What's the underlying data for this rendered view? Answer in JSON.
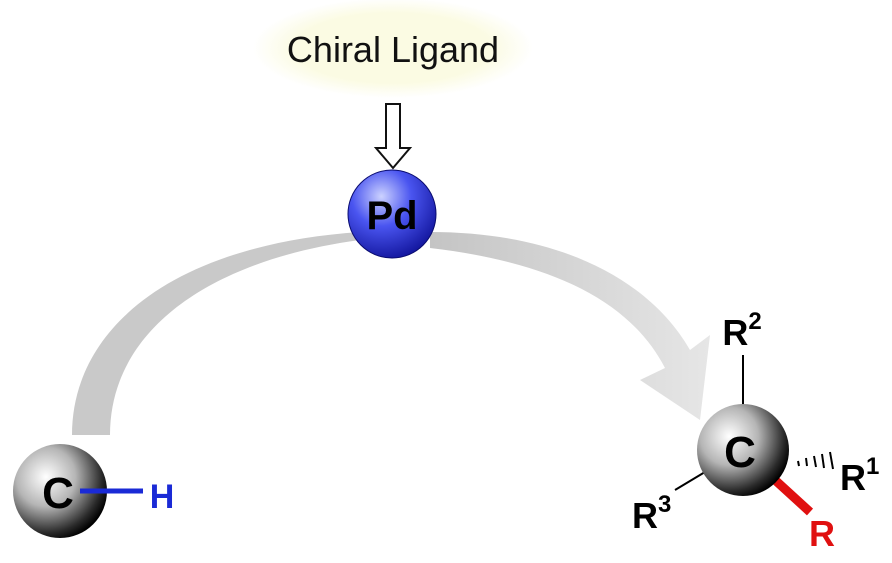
{
  "ligand_label": "Chiral Ligand",
  "metal_label": "Pd",
  "reactant": {
    "atom": "C",
    "substituent": "H"
  },
  "product": {
    "atom": "C",
    "r_new": "R",
    "r1": "R",
    "r1_sup": "1",
    "r2": "R",
    "r2_sup": "2",
    "r3": "R",
    "r3_sup": "3"
  },
  "colors": {
    "ligand_bg": "#fbfbe3",
    "metal": "#2f35e0",
    "hydrogen": "#1a2ad6",
    "new_bond": "#e01010",
    "arrow": "#cfcfcf"
  }
}
